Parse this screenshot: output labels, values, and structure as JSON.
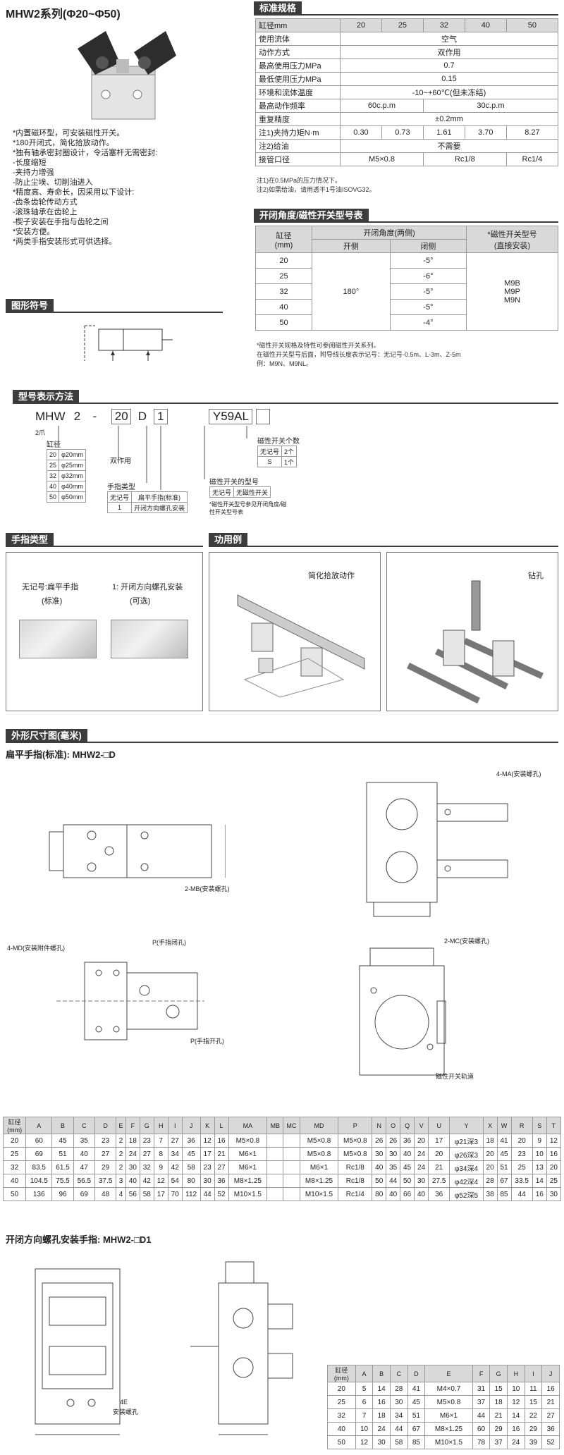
{
  "title": "MHW2系列(Φ20~Φ50)",
  "features": [
    "*内置磁环型，可安装磁性开关。",
    "*180开闭式，简化拾放动作。",
    "*独有轴承密封圈设计，令活塞杆无需密封:",
    " -长度缩短",
    " -夹持力增强",
    " -防止尘埃、切削油进入",
    "*精度高、寿命长，因采用以下设计:",
    " -齿条齿轮传动方式",
    " -滚珠轴承在齿轮上",
    " -楔子安装在手指与齿轮之间",
    "*安装方便。",
    "*两类手指安装形式可供选择。"
  ],
  "sections": {
    "symbol": "图形符号",
    "spec": "标准规格",
    "angle": "开闭角度/磁性开关型号表",
    "model": "型号表示方法",
    "finger": "手指类型",
    "usage": "功用例",
    "outline": "外形尺寸图(毫米)"
  },
  "spec": {
    "header": [
      "缸径mm",
      "20",
      "25",
      "32",
      "40",
      "50"
    ],
    "rows": [
      {
        "label": "使用流体",
        "span": "空气"
      },
      {
        "label": "动作方式",
        "span": "双作用"
      },
      {
        "label": "最高使用压力MPa",
        "span": "0.7"
      },
      {
        "label": "最低使用压力MPa",
        "span": "0.15"
      },
      {
        "label": "环境和流体温度",
        "span": "-10~+60℃(但未冻结)"
      },
      {
        "label": "最高动作频率",
        "a": "60c.p.m",
        "b": "30c.p.m"
      },
      {
        "label": "重复精度",
        "span": "±0.2mm"
      },
      {
        "label": "注1)夹持力矩N·m",
        "vals": [
          "0.30",
          "0.73",
          "1.61",
          "3.70",
          "8.27"
        ]
      },
      {
        "label": "注2)给油",
        "span": "不需要"
      },
      {
        "label": "接管口径",
        "a": "M5×0.8",
        "b": "Rc1/8",
        "c": "Rc1/4"
      }
    ],
    "notes": [
      "注1)在0.5MPa的压力情况下。",
      "注2)如需给油，请用透平1号油ISOVG32。"
    ]
  },
  "angle": {
    "h_bore": "缸径\n(mm)",
    "h_angle": "开闭角度(两侧)",
    "h_open": "开侧",
    "h_close": "闭侧",
    "h_switch": "*磁性开关型号\n(直接安装)",
    "bores": [
      "20",
      "25",
      "32",
      "40",
      "50"
    ],
    "open": "180°",
    "close": [
      "-5°",
      "-6°",
      "-5°",
      "-5°",
      "-4°"
    ],
    "switches": [
      "M9B",
      "M9P",
      "M9N"
    ],
    "notes": [
      "*磁性开关规格及特性可参阅磁性开关系列。",
      "在磁性开关型号后面，附导线长度表示记号：无记号-0.5m、L-3m、Z-5m",
      "例：M9N、M9NL。"
    ]
  },
  "model": {
    "code": [
      "MHW",
      "2",
      "-",
      "20",
      "D",
      "1",
      "Y59AL",
      ""
    ],
    "claw": "2爪",
    "bore_title": "缸径",
    "bores": [
      [
        "20",
        "φ20mm"
      ],
      [
        "25",
        "φ25mm"
      ],
      [
        "32",
        "φ32mm"
      ],
      [
        "40",
        "φ40mm"
      ],
      [
        "50",
        "φ50mm"
      ]
    ],
    "double": "双作用",
    "finger_title": "手指类型",
    "finger_rows": [
      [
        "无记号",
        "扁平手指(标准)"
      ],
      [
        "1",
        "开闭方向螺孔安装"
      ]
    ],
    "count_title": "磁性开关个数",
    "count_rows": [
      [
        "无记号",
        "2个"
      ],
      [
        "S",
        "1个"
      ]
    ],
    "switch_title": "磁性开关的型号",
    "switch_rows": [
      [
        "无记号",
        "无磁性开关"
      ]
    ],
    "switch_note": "*磁性开关型号参见开闭角度/磁性开关型号表"
  },
  "finger": {
    "left": "无记号:扁平手指",
    "left_sub": "(标准)",
    "right": "1: 开闭方向螺孔安装",
    "right_sub": "(可选)"
  },
  "usage": {
    "left": "简化拾放动作",
    "right": "钻孔"
  },
  "outline_title1": "扁平手指(标准): MHW2-□D",
  "outline_title2": "开闭方向螺孔安装手指: MHW2-□D1",
  "draw_labels": {
    "ma": "4-MA(安装螺孔)",
    "mb": "2-MB(安装螺孔)",
    "md": "4-MD(安装附件螺孔)",
    "p_close": "P(手指闭孔)",
    "p_open": "P(手指开孔)",
    "mc": "2-MC(安装螺孔)",
    "rail": "磁性开关轨道",
    "e4": "4E",
    "e4sub": "安装螺孔"
  },
  "dim": {
    "header": [
      "缸径\n(mm)",
      "A",
      "B",
      "C",
      "D",
      "E",
      "F",
      "G",
      "H",
      "I",
      "J",
      "K",
      "L",
      "MA",
      "MB",
      "MC",
      "MD",
      "P",
      "N",
      "O",
      "Q",
      "V",
      "U",
      "Y",
      "X",
      "W",
      "R",
      "S",
      "T"
    ],
    "rows": [
      [
        "20",
        "60",
        "45",
        "35",
        "23",
        "2",
        "18",
        "23",
        "7",
        "27",
        "36",
        "12",
        "16",
        "M5×0.8",
        "",
        "",
        "M5×0.8",
        "M5×0.8",
        "26",
        "26",
        "36",
        "20",
        "17",
        "φ21深3",
        "18",
        "41",
        "20",
        "9",
        "12"
      ],
      [
        "25",
        "69",
        "51",
        "40",
        "27",
        "2",
        "24",
        "27",
        "8",
        "34",
        "45",
        "17",
        "21",
        "M6×1",
        "",
        "",
        "M5×0.8",
        "M5×0.8",
        "30",
        "30",
        "40",
        "24",
        "20",
        "φ26深3",
        "20",
        "45",
        "23",
        "10",
        "16"
      ],
      [
        "32",
        "83.5",
        "61.5",
        "47",
        "29",
        "2",
        "30",
        "32",
        "9",
        "42",
        "58",
        "23",
        "27",
        "M6×1",
        "",
        "",
        "M6×1",
        "Rc1/8",
        "40",
        "35",
        "45",
        "24",
        "21",
        "φ34深4",
        "20",
        "51",
        "25",
        "13",
        "20"
      ],
      [
        "40",
        "104.5",
        "75.5",
        "56.5",
        "37.5",
        "3",
        "40",
        "42",
        "12",
        "54",
        "80",
        "30",
        "36",
        "M8×1.25",
        "",
        "",
        "M8×1.25",
        "Rc1/8",
        "50",
        "44",
        "50",
        "30",
        "27.5",
        "φ42深4",
        "28",
        "67",
        "33.5",
        "14",
        "25"
      ],
      [
        "50",
        "136",
        "96",
        "69",
        "48",
        "4",
        "56",
        "58",
        "17",
        "70",
        "112",
        "44",
        "52",
        "M10×1.5",
        "",
        "",
        "M10×1.5",
        "Rc1/4",
        "80",
        "40",
        "66",
        "40",
        "36",
        "φ52深5",
        "38",
        "85",
        "44",
        "16",
        "30"
      ]
    ]
  },
  "dim2": {
    "header": [
      "缸径\n(mm)",
      "A",
      "B",
      "C",
      "D",
      "E",
      "F",
      "G",
      "H",
      "I",
      "J"
    ],
    "rows": [
      [
        "20",
        "5",
        "14",
        "28",
        "41",
        "M4×0.7",
        "31",
        "15",
        "10",
        "11",
        "16"
      ],
      [
        "25",
        "6",
        "16",
        "30",
        "45",
        "M5×0.8",
        "37",
        "18",
        "12",
        "15",
        "21"
      ],
      [
        "32",
        "7",
        "18",
        "34",
        "51",
        "M6×1",
        "44",
        "21",
        "14",
        "22",
        "27"
      ],
      [
        "40",
        "10",
        "24",
        "44",
        "67",
        "M8×1.25",
        "60",
        "29",
        "16",
        "29",
        "36"
      ],
      [
        "50",
        "12",
        "30",
        "58",
        "85",
        "M10×1.5",
        "78",
        "37",
        "24",
        "39",
        "52"
      ]
    ]
  }
}
